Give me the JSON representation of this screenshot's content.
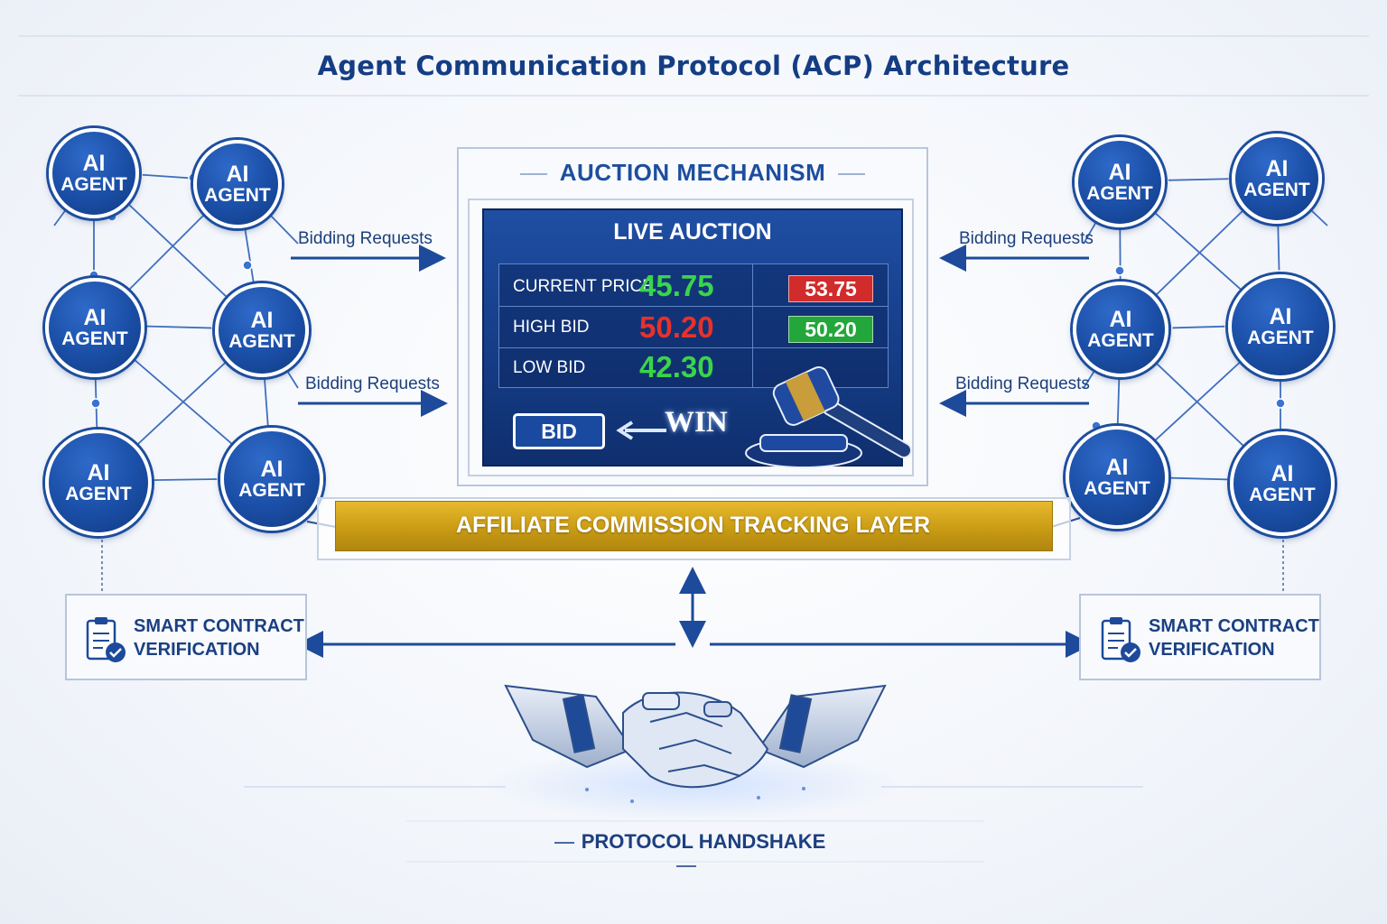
{
  "title": "Agent Communication Protocol (ACP) Architecture",
  "agents": {
    "line1": "AI",
    "line2": "AGENT"
  },
  "bidding_requests": "Bidding Requests",
  "auction": {
    "title": "AUCTION MECHANISM",
    "live_title": "LIVE AUCTION",
    "rows": [
      {
        "label": "CURRENT PRICE",
        "value": "45.75",
        "value_color": "#3bd44a",
        "badge": "53.75",
        "badge_color": "#d12b2b"
      },
      {
        "label": "HIGH BID",
        "value": "50.20",
        "value_color": "#e8312b",
        "badge": "50.20",
        "badge_color": "#23a63a"
      },
      {
        "label": "LOW BID",
        "value": "42.30",
        "value_color": "#3bd44a"
      }
    ],
    "bid_button": "BID",
    "win_text": "WIN"
  },
  "commission_layer": "AFFILIATE COMMISSION TRACKING LAYER",
  "smart_contract": {
    "line1": "SMART CONTRACT",
    "line2": "VERIFICATION"
  },
  "handshake_label": "PROTOCOL HANDSHAKE",
  "colors": {
    "primary": "#1a4ea6",
    "title": "#143d84",
    "gold": "#c99c14",
    "panel": "#17408c"
  }
}
